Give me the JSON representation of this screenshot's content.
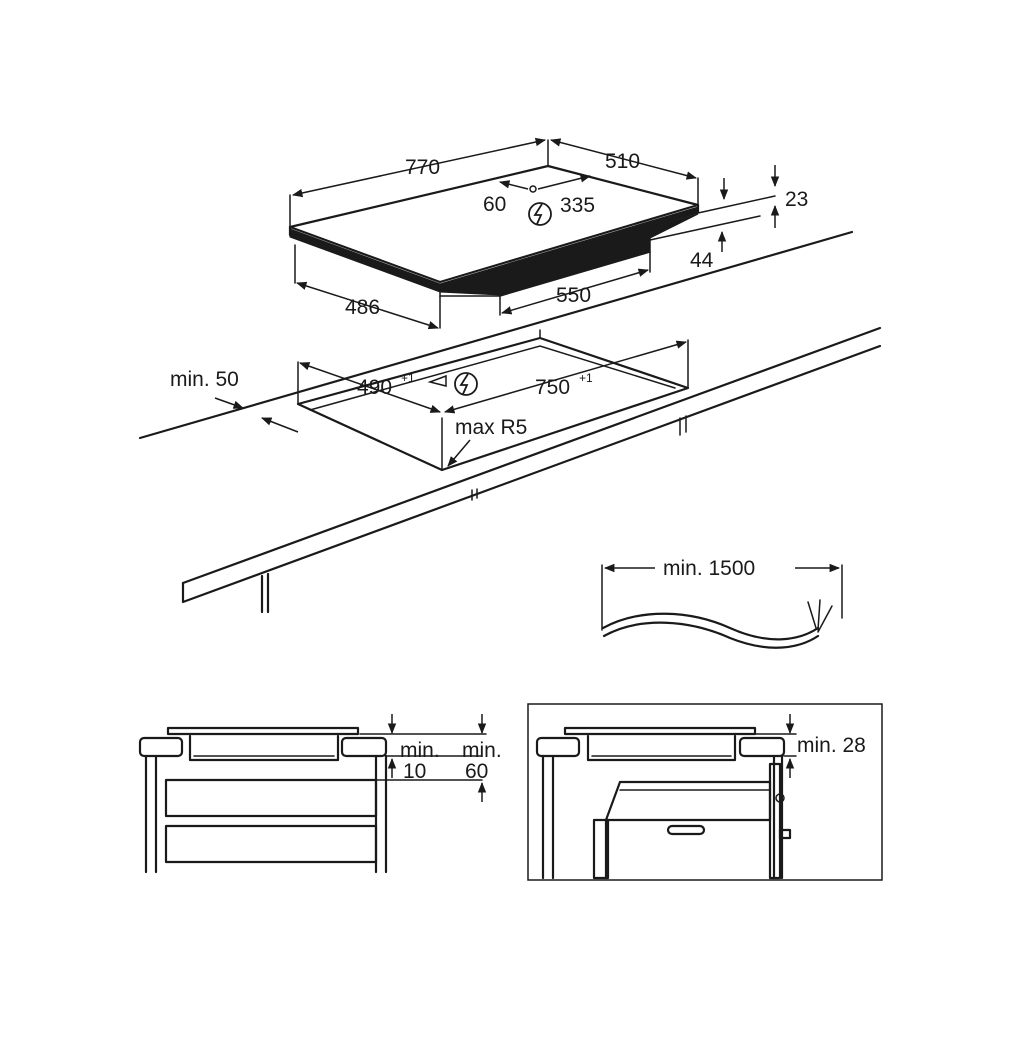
{
  "top_view": {
    "dim_length": "770",
    "dim_width": "510",
    "dim_left_offset": "60",
    "dim_right_offset": "335",
    "dim_thickness": "23",
    "dim_box_height": "44",
    "dim_box_depth": "486",
    "dim_box_length": "550"
  },
  "cutout_view": {
    "min_edge": "min. 50",
    "cut_depth": "490",
    "cut_depth_tol": "+1",
    "cut_length": "750",
    "cut_length_tol": "+1",
    "corner_radius": "max R5"
  },
  "cable": {
    "min_length": "min. 1500"
  },
  "drawer_view": {
    "min_gap_a_1": "min.",
    "min_gap_a_2": "10",
    "min_gap_b_1": "min.",
    "min_gap_b_2": "60"
  },
  "oven_view": {
    "min_gap": "min. 28"
  },
  "icons": [
    "electric-connection-icon"
  ]
}
